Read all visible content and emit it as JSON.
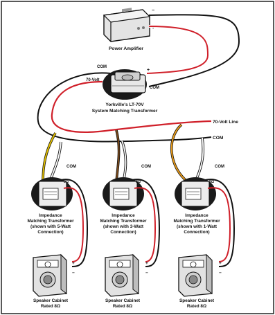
{
  "amplifier": {
    "label": "Power Amplifier",
    "plus": "+",
    "minus": "−"
  },
  "system_transformer": {
    "label_line1": "Yorkville's LT-70V",
    "label_line2": "System Matching Transformer",
    "com_in": "COM",
    "volt_in": "70-Volt",
    "plus": "+",
    "com_out": "COM"
  },
  "line": {
    "volt_label": "70-Volt Line",
    "com_label": "COM"
  },
  "branches": [
    {
      "com": "COM",
      "tap_label": "8Ω",
      "label1": "Impedance",
      "label2": "Matching Transformer",
      "label3": "(shown with 5-Watt",
      "label4": "Connection)",
      "tap_color": "#e6c200",
      "speaker1": "Speaker Cabinet",
      "speaker2": "Rated 8Ω",
      "plus": "+",
      "minus": "−"
    },
    {
      "com": "COM",
      "tap_label": "8Ω",
      "label1": "Impedance",
      "label2": "Matching Transformer",
      "label3": "(shown with 3-Watt",
      "label4": "Connection)",
      "tap_color": "#7a4a1c",
      "speaker1": "Speaker Cabinet",
      "speaker2": "Rated 8Ω",
      "plus": "+",
      "minus": "−"
    },
    {
      "com": "COM",
      "tap_label": "8Ω",
      "label1": "Impedance",
      "label2": "Matching Transformer",
      "label3": "(shown with 1-Watt",
      "label4": "Connection)",
      "tap_color": "#e89a18",
      "speaker1": "Speaker Cabinet",
      "speaker2": "Rated 8Ω",
      "plus": "+",
      "minus": "−"
    }
  ],
  "colors": {
    "red_wire": "#d0202a",
    "black_wire": "#111111",
    "white_wire": "#ffffff"
  }
}
